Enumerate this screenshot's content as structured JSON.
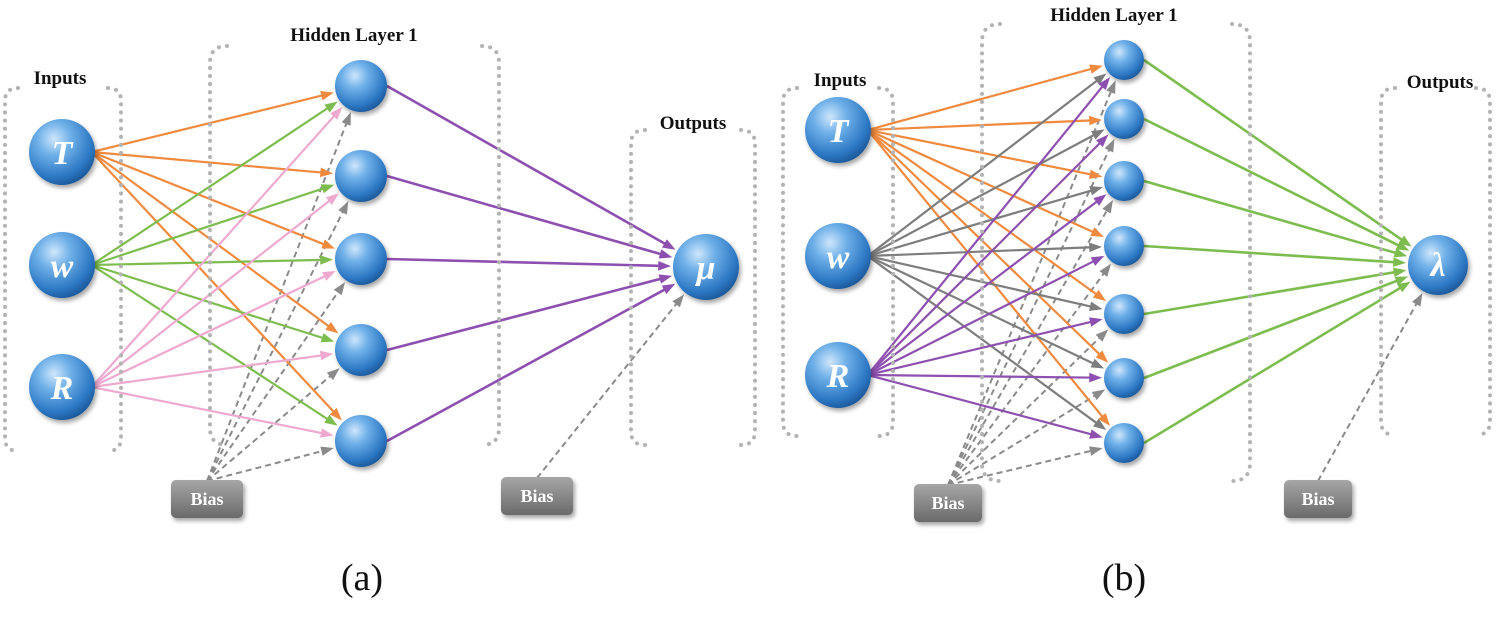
{
  "colors": {
    "orange": "#ef8a3f",
    "green": "#7dbd4f",
    "pink": "#eea9cf",
    "purple": "#8e50b0",
    "gray": "#7d7d7d",
    "bias_line": "#8a8a8a",
    "node_fill": "#5b9ad5",
    "bias_box": "#808080"
  },
  "icons": {
    "node": "blue-sphere",
    "bias": "gray-rounded-box",
    "arrow": "arrowhead"
  },
  "diagrams": [
    {
      "id": "a",
      "caption": "(a)",
      "inputs_label": "Inputs",
      "hidden_label": "Hidden Layer 1",
      "outputs_label": "Outputs",
      "bias_label": "Bias",
      "inputs": [
        "T",
        "w",
        "R"
      ],
      "input_colors": [
        "orange",
        "green",
        "pink"
      ],
      "hidden_count": 5,
      "output": "μ",
      "output_color": "purple"
    },
    {
      "id": "b",
      "caption": "(b)",
      "inputs_label": "Inputs",
      "hidden_label": "Hidden Layer 1",
      "outputs_label": "Outputs",
      "bias_label": "Bias",
      "inputs": [
        "T",
        "w",
        "R"
      ],
      "input_colors": [
        "orange",
        "gray",
        "purple"
      ],
      "hidden_count": 7,
      "output": "λ",
      "output_color": "green"
    }
  ]
}
